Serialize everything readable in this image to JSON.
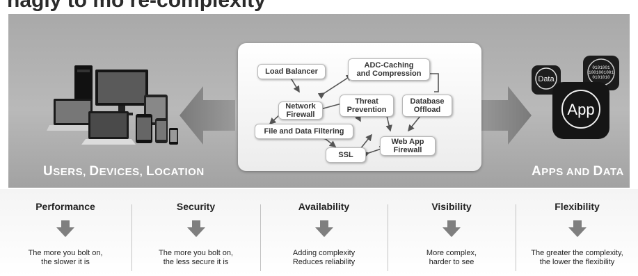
{
  "title_fragment": "nagiy to mo re-complexity",
  "left_caption": {
    "first_letters": [
      "U",
      "D",
      "L"
    ],
    "text": "Users, Devices, Location"
  },
  "right_caption": {
    "text": "Apps and Data"
  },
  "nodes": {
    "load_balancer": "Load Balancer",
    "adc": [
      "ADC-Caching",
      "and Compression"
    ],
    "network_firewall": [
      "Network",
      "Firewall"
    ],
    "threat_prevention": [
      "Threat",
      "Prevention"
    ],
    "database_offload": [
      "Database",
      "Offload"
    ],
    "file_filtering": "File and Data Filtering",
    "web_app_firewall": [
      "Web App",
      "Firewall"
    ],
    "ssl": "SSL"
  },
  "apps": {
    "data_label": "Data",
    "app_label": "App",
    "binary_lines": [
      "0101001",
      "1001001001",
      "0101010"
    ]
  },
  "columns": [
    {
      "title": "Performance",
      "desc": [
        "The more you bolt on,",
        "the slower it is"
      ]
    },
    {
      "title": "Security",
      "desc": [
        "The more you bolt on,",
        "the less secure it is"
      ]
    },
    {
      "title": "Availability",
      "desc": [
        "Adding complexity",
        "Reduces reliability"
      ]
    },
    {
      "title": "Visibility",
      "desc": [
        "More complex,",
        "harder to see"
      ]
    },
    {
      "title": "Flexibility",
      "desc": [
        "The greater the complexity,",
        "the lower the flexibility"
      ]
    }
  ],
  "colors": {
    "panel": "#b0b0b0",
    "node_text": "#333333",
    "arrow": "#8a8a8a",
    "app_icon": "#1c1c1c"
  }
}
